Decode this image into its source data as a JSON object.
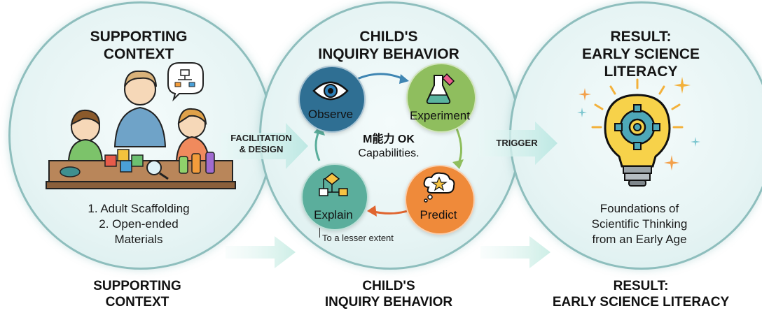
{
  "panels": {
    "context": {
      "title_line1": "SUPPORTING",
      "title_line2": "CONTEXT",
      "item1": "1. Adult Scaffolding",
      "item2_line1": "2. Open-ended",
      "item2_line2": "Materials"
    },
    "inquiry": {
      "title_line1": "CHILD'S",
      "title_line2": "INQUIRY BEHAVIOR",
      "center_line1": "M能力 OK",
      "center_line2": "Capabilities.",
      "stages": {
        "observe": "Observe",
        "experiment": "Experiment",
        "predict": "Predict",
        "explain": "Explain"
      },
      "note": "To a lesser extent"
    },
    "result": {
      "title_line1": "RESULT:",
      "title_line2": "EARLY SCIENCE",
      "title_line3": "LITERACY",
      "body_line1": "Foundations of",
      "body_line2": "Scientific Thinking",
      "body_line3": "from an Early Age"
    }
  },
  "connectors": {
    "facilitation_line1": "FACILITATION",
    "facilitation_line2": "& DESIGN",
    "trigger": "TRIGGER"
  },
  "bottom_titles": {
    "context_line1": "SUPPORTING",
    "context_line2": "CONTEXT",
    "inquiry_line1": "CHILD'S",
    "inquiry_line2": "INQUIRY BEHAVIOR",
    "result_line1": "RESULT:",
    "result_line2": "EARLY SCIENCE LITERACY"
  },
  "colors": {
    "circle_border": "#8ebebd",
    "observe": "#2f6f93",
    "experiment": "#8fbe5e",
    "predict": "#ef8a3a",
    "explain": "#5bae9c",
    "arrow": "#b9e4e0"
  },
  "icons": [
    "eye-icon",
    "flask-icon",
    "thought-bubble-star-icon",
    "flowchart-icon",
    "lightbulb-gear-icon",
    "sparkle-icon",
    "family-scene-illustration"
  ]
}
